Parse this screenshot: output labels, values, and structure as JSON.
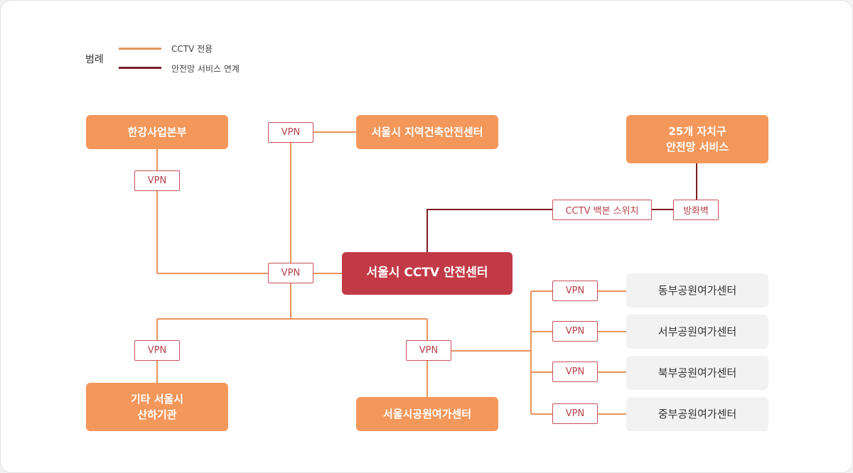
{
  "legend": {
    "title": "범례",
    "items": [
      {
        "label": "CCTV 전용",
        "color": "#e8935c"
      },
      {
        "label": "안전망 서비스 연계",
        "color": "#7a1e23"
      }
    ]
  },
  "colors": {
    "cctv_line": "#e8935c",
    "safety_line": "#7a1e23",
    "node_orange": "#f4975a",
    "node_main": "#c13a46",
    "node_grey": "#f2f2f2"
  },
  "nodes": {
    "hangang": "한강사업본부",
    "regional_building": "서울시 지역건축안전센터",
    "districts_line1": "25개 자치구",
    "districts_line2": "안전망 서비스",
    "main_center": "서울시 CCTV 안전센터",
    "east_park": "동부공원여가센터",
    "west_park": "서부공원여가센터",
    "north_park": "북부공원여가센터",
    "central_park": "중부공원여가센터",
    "other_line1": "기타 서울시",
    "other_line2": "산하기관",
    "seoul_park": "서울시공원여가센터"
  },
  "tags": {
    "vpn": "VPN",
    "backbone_switch": "CCTV 백본 스위치",
    "firewall": "방화벽"
  }
}
